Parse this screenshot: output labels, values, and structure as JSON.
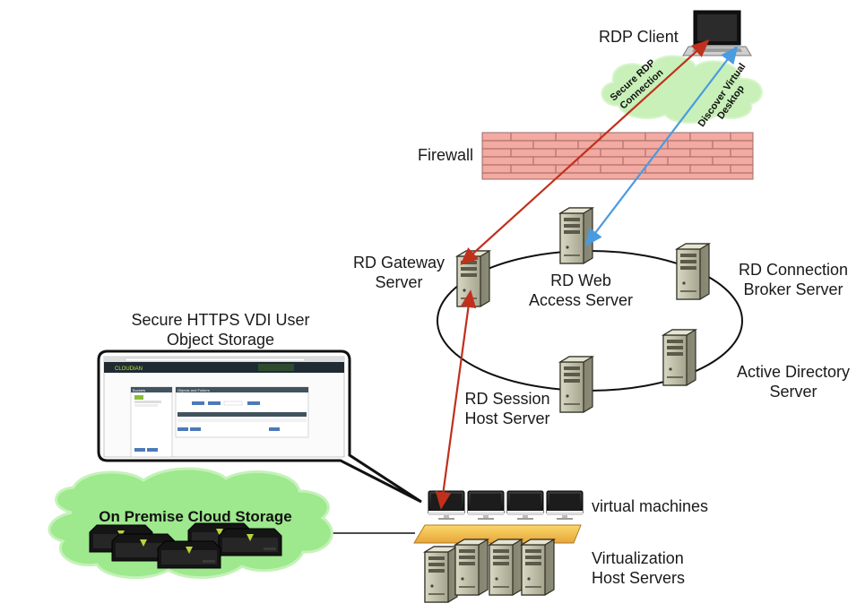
{
  "labels": {
    "rdp_client": "RDP Client",
    "firewall": "Firewall",
    "rd_gateway": [
      "RD Gateway",
      "Server"
    ],
    "rd_web_access": [
      "RD Web",
      "Access Server"
    ],
    "rd_connection_broker": [
      "RD Connection",
      "Broker Server"
    ],
    "active_directory": [
      "Active Directory",
      "Server"
    ],
    "rd_session_host": [
      "RD Session",
      "Host Server"
    ],
    "object_storage": [
      "Secure HTTPS VDI User",
      "Object Storage"
    ],
    "virtual_machines": "virtual machines",
    "virtualization_hosts": [
      "Virtualization",
      "Host Servers"
    ],
    "on_premise": "On Premise Cloud Storage"
  },
  "arrows": {
    "secure_rdp": [
      "Secure RDP",
      "Connection"
    ],
    "discover_virtual": [
      "Discover Virtual",
      "Desktop"
    ]
  },
  "colors": {
    "secure_rdp_arrow": "#c0301c",
    "discover_arrow": "#4a9be0",
    "cloud_green": "#9ee88e",
    "brick": "#f2aaa3"
  },
  "screenshot": {
    "brand": "CLOUDIAN",
    "sidebar_title": "Buckets",
    "main_title": "Objects and Folders"
  }
}
